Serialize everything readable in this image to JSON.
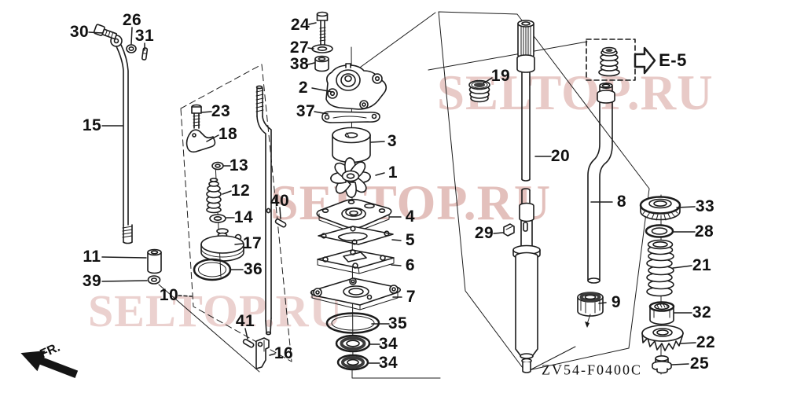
{
  "figure": {
    "code": "ZV54-F0400C",
    "orientation_label": "FR.",
    "detail_ref": "E-5",
    "watermark": "SELTOP.RU",
    "ink_color": "#1c1c1c",
    "watermark_color": "#c9827b",
    "background_color": "#ffffff"
  },
  "parts": {
    "p1": "1",
    "p2": "2",
    "p3": "3",
    "p4": "4",
    "p5": "5",
    "p6": "6",
    "p7": "7",
    "p8": "8",
    "p9": "9",
    "p10": "10",
    "p11": "11",
    "p12": "12",
    "p13": "13",
    "p14": "14",
    "p15": "15",
    "p16": "16",
    "p17": "17",
    "p18": "18",
    "p19": "19",
    "p20": "20",
    "p21": "21",
    "p22": "22",
    "p23": "23",
    "p24": "24",
    "p25": "25",
    "p26": "26",
    "p27": "27",
    "p28": "28",
    "p29": "29",
    "p30": "30",
    "p31": "31",
    "p32": "32",
    "p33": "33",
    "p34a": "34",
    "p34b": "34",
    "p35": "35",
    "p36": "36",
    "p37": "37",
    "p38": "38",
    "p39": "39",
    "p40": "40",
    "p41": "41"
  }
}
